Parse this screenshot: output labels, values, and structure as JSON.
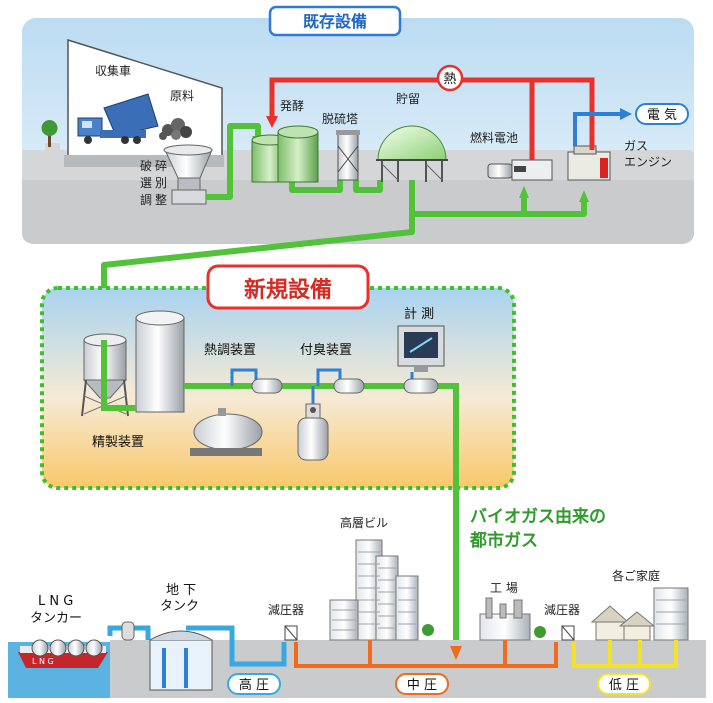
{
  "headers": {
    "existing": "既存設備",
    "new": "新規設備"
  },
  "labels": {
    "truck": "収集車",
    "material": "原料",
    "crusher": [
      "破",
      "碎",
      "選",
      "別",
      "調",
      "整"
    ],
    "ferment": "発酵",
    "desulfur": "脱硫塔",
    "storage": "貯留",
    "heat": "熱",
    "electric": "電 気",
    "fuel_cell": "燃料電池",
    "gas_engine_1": "ガス",
    "gas_engine_2": "エンジン",
    "refine": "精製装置",
    "heat_adjust": "熱調装置",
    "odorize": "付臭装置",
    "measure": "計 測",
    "biogas_1": "バイオガス由来の",
    "biogas_2": "都市ガス",
    "highrise": "高層ビル",
    "lng_1": "L N G",
    "lng_2": "タンカー",
    "underground_1": "地 下",
    "underground_2": "タンク",
    "regulator_1": "減圧器",
    "factory": "工 場",
    "regulator_2": "減圧器",
    "homes": "各ご家庭",
    "high_pressure": "高 圧",
    "mid_pressure": "中 圧",
    "low_pressure": "低 圧",
    "lng_ship_text": "L N G"
  },
  "colors": {
    "green_pipe": "#52c23a",
    "red_pipe": "#e8312b",
    "blue_pipe": "#2e7fd8",
    "orange_pipe": "#ef6b1e",
    "yellow_pipe": "#f2e22a",
    "light_blue_pipe": "#38a8e0"
  }
}
